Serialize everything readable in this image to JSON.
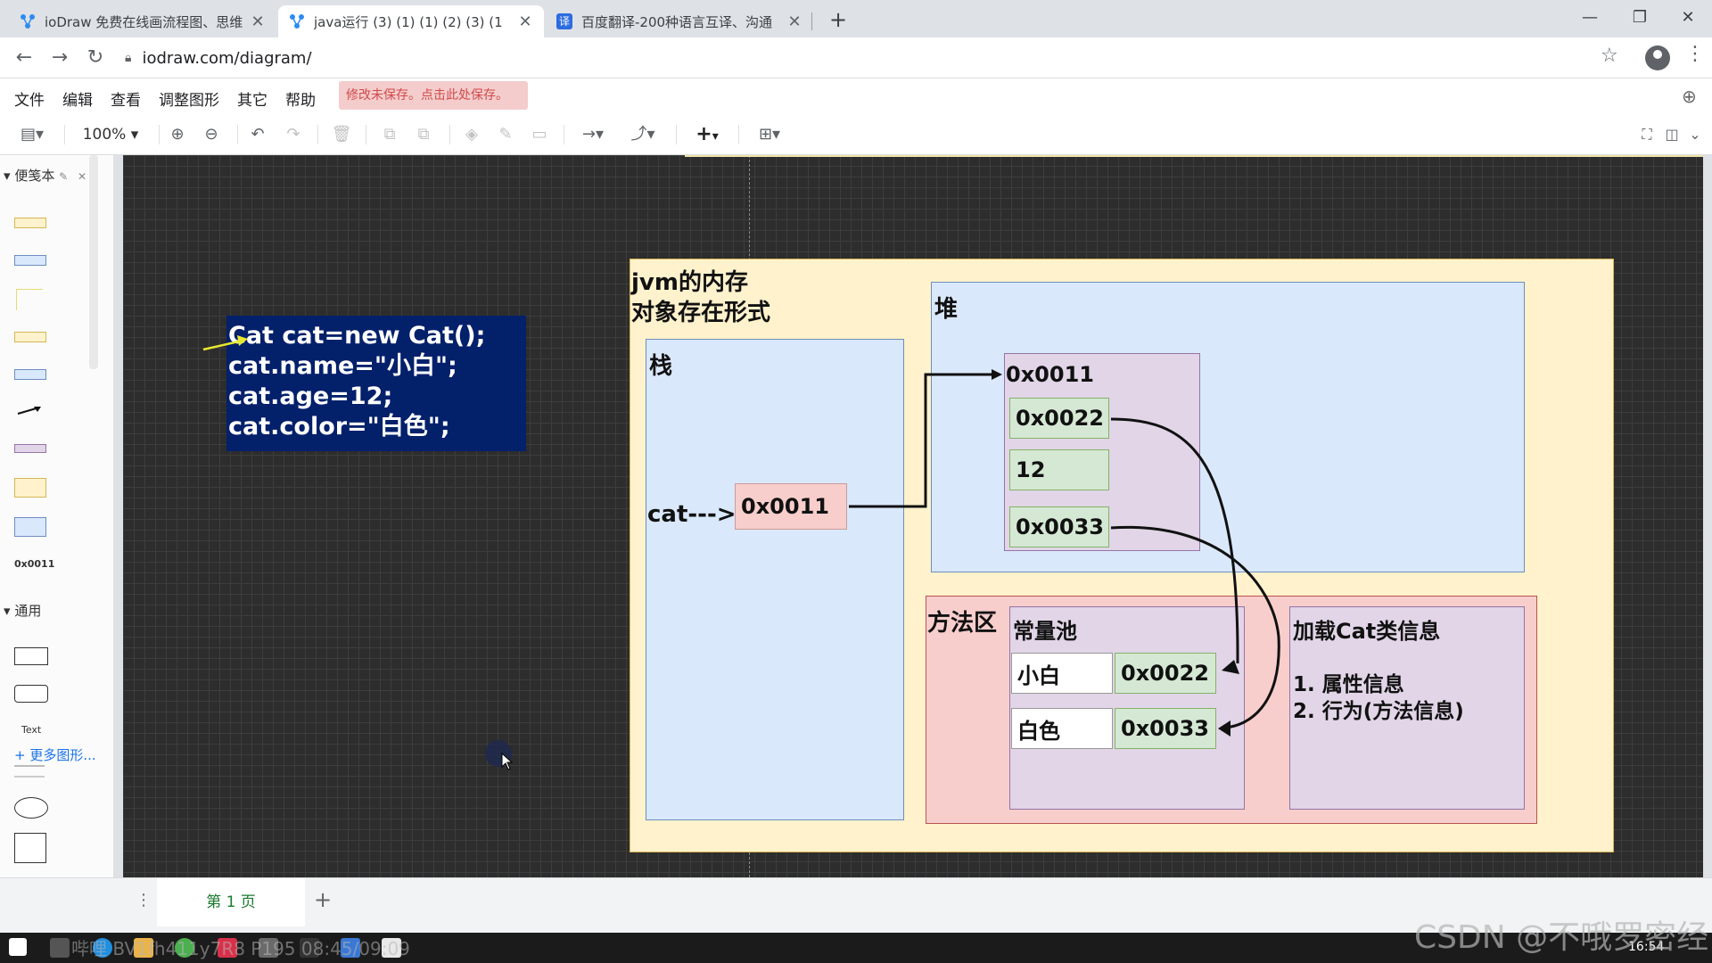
{
  "browser": {
    "tabs": [
      {
        "label": "ioDraw 免费在线画流程图、思维",
        "active": false
      },
      {
        "label": "java运行 (3) (1) (1) (2) (3) (1",
        "active": true
      },
      {
        "label": "百度翻译-200种语言互译、沟通",
        "active": false
      }
    ],
    "url": "iodraw.com/diagram/"
  },
  "menu": {
    "items": [
      "文件",
      "编辑",
      "查看",
      "调整图形",
      "其它",
      "帮助"
    ],
    "save_notice": "修改未保存。点击此处保存。"
  },
  "toolbar": {
    "zoom": "100%"
  },
  "sidebar": {
    "section1": "便笺本",
    "section1_sample": "0x0011",
    "section2": "通用",
    "text_shape": "Text",
    "more_shapes": "+ 更多图形..."
  },
  "diagram": {
    "code_lines": [
      "Cat cat=new Cat();",
      "cat.name=\"小白\";",
      "cat.age=12;",
      "cat.color=\"白色\";"
    ],
    "jvm_title_1": "jvm的内存",
    "jvm_title_2": "对象存在形式",
    "stack_label": "栈",
    "stack_var": "cat--->",
    "stack_ref": "0x0011",
    "heap_label": "堆",
    "heap_obj_addr": "0x0011",
    "heap_field_name": "0x0022",
    "heap_field_age": "12",
    "heap_field_color": "0x0033",
    "method_area_label": "方法区",
    "constant_pool_label": "常量池",
    "pool_1_value": "小白",
    "pool_1_addr": "0x0022",
    "pool_2_value": "白色",
    "pool_2_addr": "0x0033",
    "class_info_title": "加载Cat类信息",
    "class_info_1": "1. 属性信息",
    "class_info_2": "2. 行为(方法信息)"
  },
  "pages": {
    "current": "第 1 页"
  },
  "taskbar": {
    "clock": "16:54"
  },
  "watermark": "CSDN @不哦罗密经",
  "overlay_text": "哔哩 BV1fh411y7R8 P195 08:45/09:09"
}
